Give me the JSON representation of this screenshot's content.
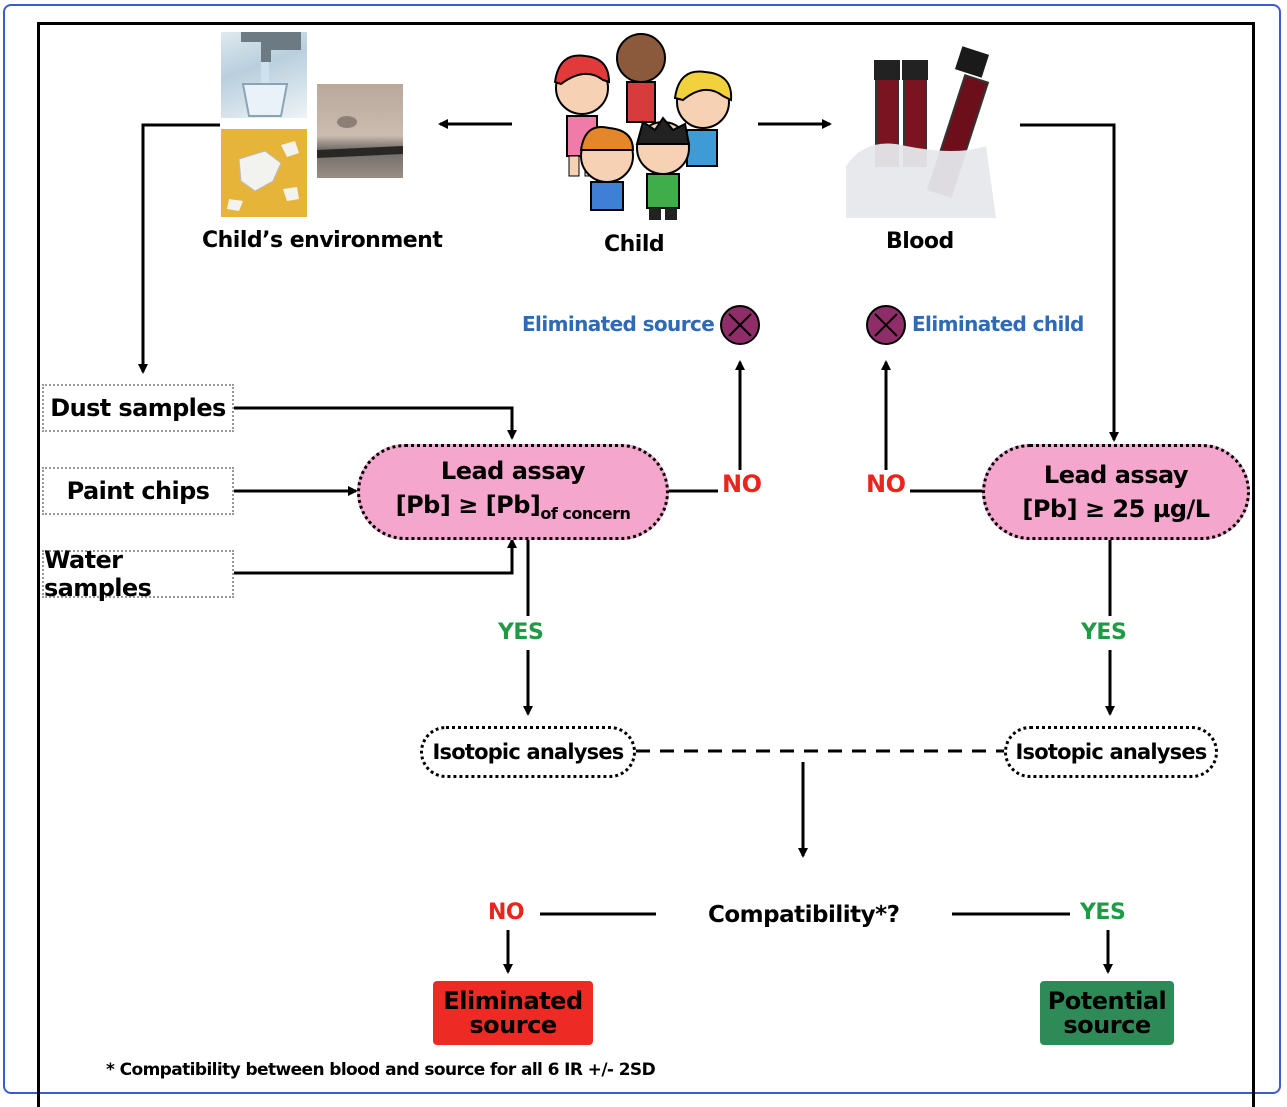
{
  "nodes": {
    "environment_label": "Child’s environment",
    "child_label": "Child",
    "blood_label": "Blood",
    "dust_samples": "Dust samples",
    "paint_chips": "Paint chips",
    "water_samples": "Water samples",
    "source_assay_title": "Lead assay",
    "source_assay_formula_main": "[Pb] ≥ [Pb]",
    "source_assay_formula_sub": "of concern",
    "blood_assay_title": "Lead assay",
    "blood_assay_formula": "[Pb] ≥ 25 µg/L",
    "eliminated_source": "Eliminated source",
    "eliminated_child": "Eliminated child",
    "isotopic_left": "Isotopic analyses",
    "isotopic_right": "Isotopic analyses",
    "compatibility": "Compatibility*?",
    "result_eliminated_line1": "Eliminated",
    "result_eliminated_line2": "source",
    "result_potential_line1": "Potential",
    "result_potential_line2": "source",
    "footnote": "* Compatibility between blood and source for all 6 IR +/- 2SD"
  },
  "edge_labels": {
    "no_source": "NO",
    "no_blood": "NO",
    "yes_source": "YES",
    "yes_blood": "YES",
    "no_compat": "NO",
    "yes_compat": "YES"
  },
  "colors": {
    "assay_fill": "#f4a6cc",
    "no_text": "#e8261b",
    "yes_text": "#1f9a45",
    "eliminated_text": "#2f6bb5",
    "eliminated_marker": "#8e2d67",
    "eliminated_box": "#ee2a24",
    "potential_box": "#2e8b57"
  }
}
